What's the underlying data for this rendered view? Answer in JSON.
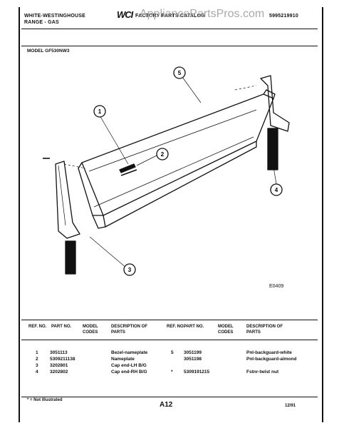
{
  "header": {
    "brand_line1": "WHITE-WESTINGHOUSE",
    "brand_line2": "RANGE - GAS",
    "logo": "WCI",
    "catalog": "FACTORY PARTS CATALOG",
    "catalog_number": "5995219910",
    "watermark": "AppliancePartsPros.com"
  },
  "model": "MODEL GF530NW3",
  "callouts": [
    "1",
    "2",
    "3",
    "4",
    "5"
  ],
  "figure_id": "E0409",
  "table": {
    "columns": [
      "REF. NO.",
      "PART NO.",
      "MODEL CODES",
      "DESCRIPTION OF PARTS"
    ],
    "left_rows": [
      {
        "ref": "1",
        "part": "3051113",
        "desc": "Bezel-nameplate"
      },
      {
        "ref": "2",
        "part": "5309211138",
        "desc": "Nameplate"
      },
      {
        "ref": "3",
        "part": "3202801",
        "desc": "Cap end-LH B/G"
      },
      {
        "ref": "4",
        "part": "3202802",
        "desc": "Cap end-RH B/G"
      }
    ],
    "right_rows": [
      {
        "ref": "5",
        "part": "3051199",
        "desc": "Pnl-backguard-white"
      },
      {
        "ref": "",
        "part": "3051198",
        "desc": "Pnl-backguard-almond"
      },
      {
        "ref": "*",
        "part": "5309191215",
        "desc": "Fstnr-twist nut"
      }
    ]
  },
  "footer": {
    "note": "* = Not Illustrated",
    "page": "A12",
    "date": "12/91"
  }
}
